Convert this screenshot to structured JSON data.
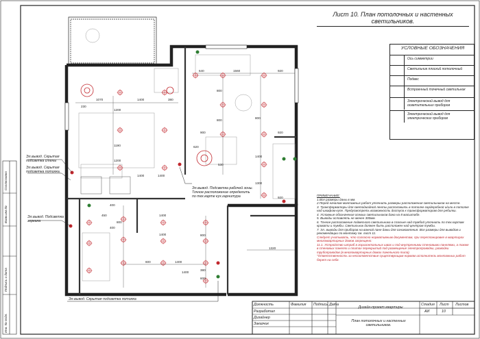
{
  "sheet": {
    "title": "Лист 10. План потолочных и настенных светильников."
  },
  "legend": {
    "title": "УСЛОВНЫЕ ОБОЗНАЧЕНИЯ",
    "items": [
      {
        "symbol": "axis-icon",
        "label": "Ось симметрии"
      },
      {
        "symbol": "ceiling-flat-lamp-icon",
        "label": "Светильник плоский потолочный"
      },
      {
        "symbol": "pendant-lamp-icon",
        "label": "Подвес"
      },
      {
        "symbol": "recessed-spot-icon",
        "label": "Встроенный точечный светильник"
      },
      {
        "symbol": "electric-outlet-lighting-icon",
        "label": "Электрический вывод для осветительных приборов"
      },
      {
        "symbol": "electric-outlet-devices-icon",
        "label": "Электрический вывод для электрических приборов"
      }
    ],
    "colors": {
      "red": "#c1272d",
      "green": "#2e7d32",
      "ink": "#1a1a1a"
    }
  },
  "callouts": {
    "bedroom_wall": "Эл.вывод. Скрытая подсветка стены",
    "bedroom_ceiling": "Эл.вывод. Скрытая подсветка потолка.",
    "bathroom_mirror": "Эл.вывод. Подсветка зеркала",
    "kitchen_work": "Эл.вывод. Подсветка рабочей зоны. Точное расположение определить по тех.карте кух.гарнитура",
    "hall_ceiling": "Эл.вывод. Скрытая подсветка потолка"
  },
  "dimensions": [
    "1070",
    "1400",
    "380",
    "1200",
    "1190",
    "1200",
    "1400",
    "1400",
    "230",
    "640",
    "1560",
    "920",
    "800",
    "800",
    "900",
    "920",
    "620",
    "530",
    "800",
    "1300",
    "1400",
    "400",
    "800",
    "800",
    "920",
    "600",
    "1400",
    "1320",
    "600",
    "380",
    "400",
    "450",
    "1400",
    "1400",
    "1400"
  ],
  "notes": {
    "heading": "ПРИМЕЧАНИЕ:",
    "lines": [
      "1.Все размеры даны в мм.",
      "2.Перед началом монтажных работ уточнить размеры расположения светильников на месте.",
      "3. Трансформаторы для светодиодной ленты расположить в потолке гардеробной и/или в потолке над шкафом-купе. Предусмотреть возможность доступа к трансформаторам для ребилки.",
      "4. Условные обозначения осевых светильников дана на 8 масштабе.",
      "5. Выводы оставлять не менее 300мм.",
      "6. Точное расположение подвесного светильника в спальне над тумбой уточнить по тех.картам кровати и тумбы. Светильник должен быть расположен над центром тумбы.",
      "7. Эл. выводы для приборов на ванной пане даны для ознакомления. Все размеры для выводов и рекомендации по монтажу см. лист 11."
    ],
    "warning": [
      "Следует учитывать, что согласно нормативным документам, при перепланировке в квартирах многоквартирных домов запрещено:",
      "11.1. Устройство штраб в горизонтальных швах и под внутренними стеновыми панелями, а также в стеновых панелях и плитах перекрытий под размещение электропроводки, разводки трубопроводов (в многоквартирных домах панельного типа).",
      "\"Ответственность за несоответствие существующим нормам исполнитель монтажных работ берет на себя."
    ]
  },
  "stamp": {
    "headers": {
      "role": "Должность",
      "surname": "Фамилия",
      "signature": "Подпись",
      "date": "Дата",
      "stage": "Стадия",
      "sheet": "Лист",
      "sheets": "Листов"
    },
    "roles": [
      "Разработал",
      "Дизайнер",
      "Заказчик"
    ],
    "project": "Дизайн-проект квартиры",
    "drawing": "План потолочных и настенных светильников.",
    "stage_value": "АИ",
    "sheet_value": "10",
    "sheets_value": ""
  },
  "side_labels": {
    "agreed": "Согласовано",
    "replaced": "Взам.инв.№",
    "sign_date": "Подпись и дата",
    "original": "Инв. № подл."
  }
}
